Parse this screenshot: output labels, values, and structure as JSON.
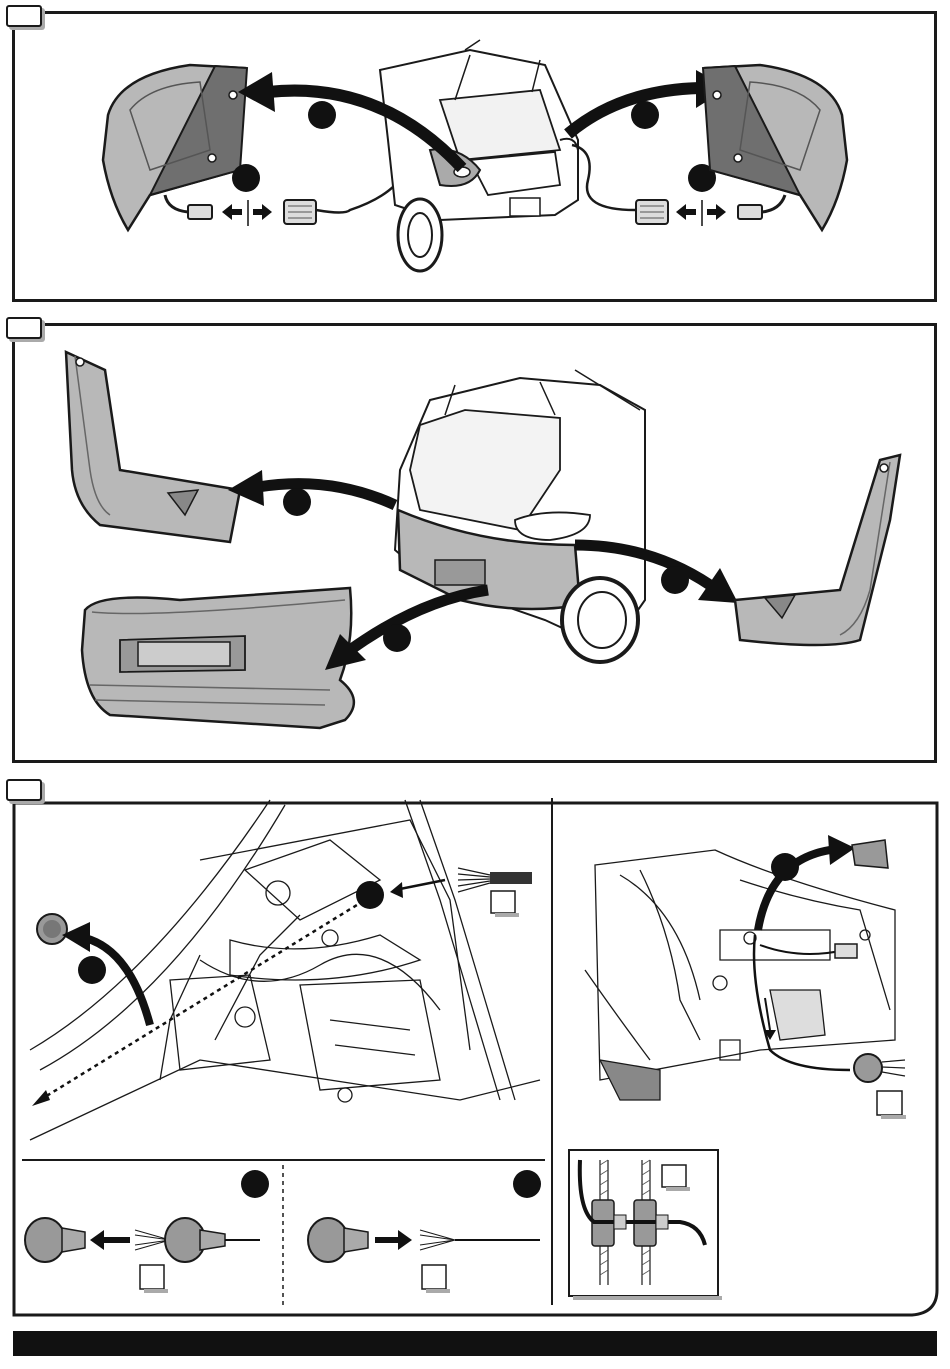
{
  "document": {
    "type": "installation-instructions",
    "steps": [
      {
        "name": "step-1",
        "illustration": "remove-rear-lamps-and-disconnect-connectors"
      },
      {
        "name": "step-2",
        "illustration": "remove-mud-flaps-and-rear-bumper"
      },
      {
        "name": "step-3",
        "illustration": "route-wiring-harness-through-grommet"
      }
    ],
    "icons": [
      "step-badge-icon",
      "curved-arrow-icon",
      "car-rear-icon",
      "tail-lamp-icon",
      "connector-icon",
      "mud-flap-icon",
      "bumper-icon",
      "grommet-icon",
      "wire-bundle-icon",
      "sealant-pad-icon"
    ]
  },
  "colors": {
    "line": "#1a1a1a",
    "part_fill": "#b8b8b8",
    "part_dark": "#7a7a7a",
    "badge": "#111111",
    "footer_bar": "#111111"
  }
}
